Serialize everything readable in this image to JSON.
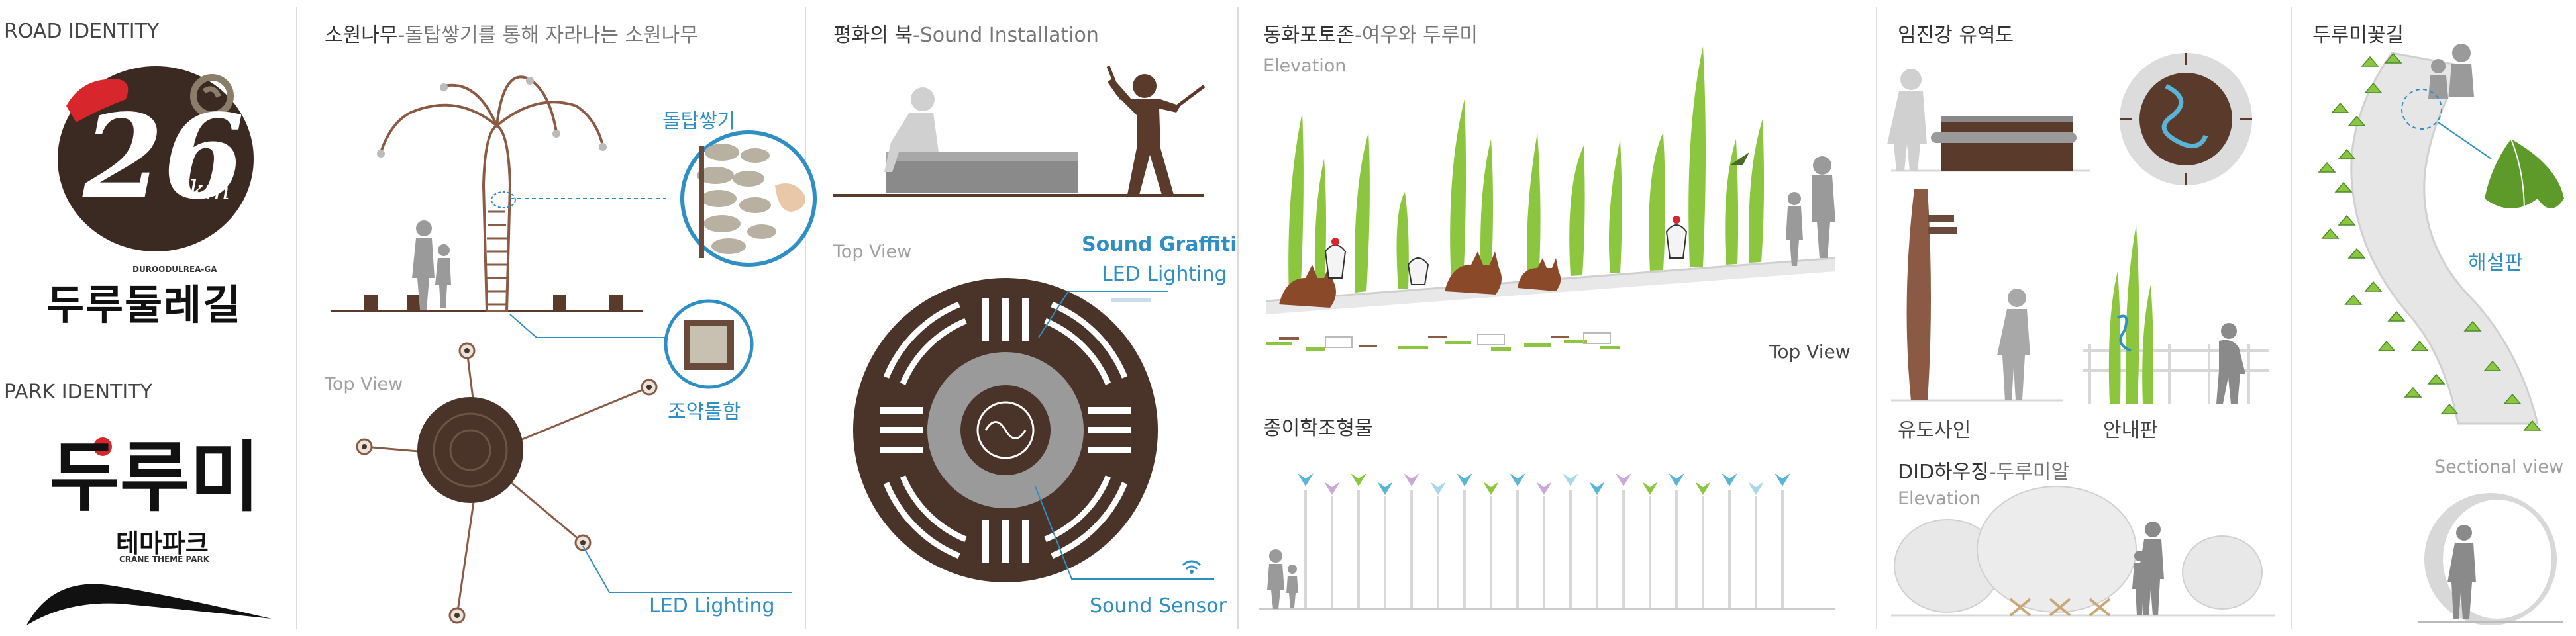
{
  "colors": {
    "brown": "#5a3a2a",
    "dark_brown": "#3b2a22",
    "green": "#8cc63f",
    "blue": "#2f8fc4",
    "red": "#d8262d",
    "gray": "#9a9a9a"
  },
  "col1": {
    "road_identity": "ROAD IDENTITY",
    "road_logo_number": "26",
    "road_logo_script": "km",
    "road_name_small": "DUROODULREA-GA",
    "road_name": "두루둘레길",
    "park_identity": "PARK IDENTITY",
    "park_logo_big": "두루미",
    "park_logo_sub": "테마파크",
    "park_logo_en": "CRANE THEME PARK"
  },
  "col2": {
    "title_main": "소원나무",
    "title_sub": "-돌탑쌓기를 통해 자라나는 소원나무",
    "callout_top": "돌탑쌓기",
    "callout_bottom": "조약돌함",
    "top_view": "Top View",
    "led": "LED Lighting"
  },
  "col3": {
    "title_main": "평화의 북",
    "title_sub": "-Sound Installation",
    "top_view": "Top View",
    "sound_graffiti": "Sound Graffiti",
    "led": "LED Lighting",
    "sound_sensor": "Sound Sensor"
  },
  "col4": {
    "title_main": "동화포토존",
    "title_sub": "-여우와 두루미",
    "elevation": "Elevation",
    "top_view": "Top View",
    "paper_crane": "종이학조형물"
  },
  "col5": {
    "imjin_title": "임진강 유역도",
    "guide_sign": "유도사인",
    "info_board": "안내판",
    "did_title_main": "DID하우징",
    "did_title_sub": "-두루미알",
    "elevation": "Elevation",
    "sectional": "Sectional view"
  },
  "col6": {
    "title": "두루미꽃길",
    "explain": "해설판"
  }
}
